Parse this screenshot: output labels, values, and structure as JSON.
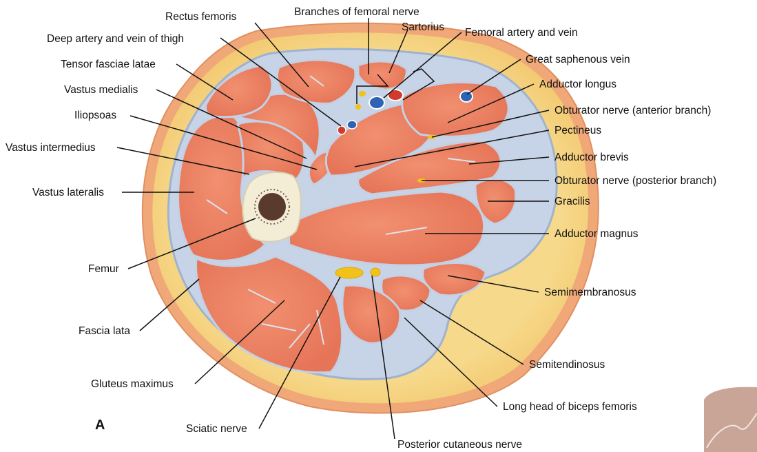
{
  "figure_letter": "A",
  "labels": {
    "rectus_femoris": "Rectus femoris",
    "branches_femoral_nerve": "Branches of femoral nerve",
    "sartorius": "Sartorius",
    "femoral_artery_vein": "Femoral artery and vein",
    "deep_artery_vein_thigh": "Deep artery and vein of thigh",
    "great_saphenous_vein": "Great saphenous vein",
    "tensor_fasciae_latae": "Tensor fasciae latae",
    "adductor_longus": "Adductor longus",
    "vastus_medialis": "Vastus medialis",
    "obturator_nerve_anterior": "Obturator nerve (anterior branch)",
    "iliopsoas": "Iliopsoas",
    "pectineus": "Pectineus",
    "vastus_intermedius": "Vastus intermedius",
    "adductor_brevis": "Adductor brevis",
    "obturator_nerve_posterior": "Obturator nerve (posterior branch)",
    "vastus_lateralis": "Vastus lateralis",
    "gracilis": "Gracilis",
    "adductor_magnus": "Adductor magnus",
    "femur": "Femur",
    "semimembranosus": "Semimembranosus",
    "fascia_lata": "Fascia lata",
    "semitendinosus": "Semitendinosus",
    "gluteus_maximus": "Gluteus maximus",
    "long_head_biceps_femoris": "Long head of biceps femoris",
    "sciatic_nerve": "Sciatic nerve",
    "posterior_cutaneous_nerve": "Posterior cutaneous nerve"
  },
  "colors": {
    "skin": "#f0a878",
    "fat": "#f6d98a",
    "muscle": "#ee8466",
    "fascia": "#c7d3e6",
    "bone": "#f3edd6",
    "marrow": "#5a3a2c",
    "artery": "#d23a2c",
    "vein": "#2f63b5",
    "nerve": "#f2c21a"
  }
}
